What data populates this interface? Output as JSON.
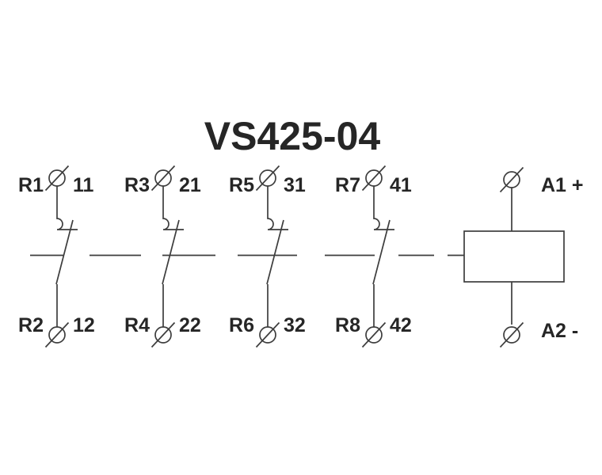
{
  "title": "VS425-04",
  "colors": {
    "background": "#ffffff",
    "line": "#3d3d3d",
    "text": "#262626"
  },
  "contacts": [
    {
      "top_label": "R1",
      "top_terminal": "11",
      "bottom_label": "R2",
      "bottom_terminal": "12"
    },
    {
      "top_label": "R3",
      "top_terminal": "21",
      "bottom_label": "R4",
      "bottom_terminal": "22"
    },
    {
      "top_label": "R5",
      "top_terminal": "31",
      "bottom_label": "R6",
      "bottom_terminal": "32"
    },
    {
      "top_label": "R7",
      "top_terminal": "41",
      "bottom_label": "R8",
      "bottom_terminal": "42"
    }
  ],
  "coil": {
    "top_terminal": "A1 +",
    "bottom_terminal": "A2 -"
  }
}
